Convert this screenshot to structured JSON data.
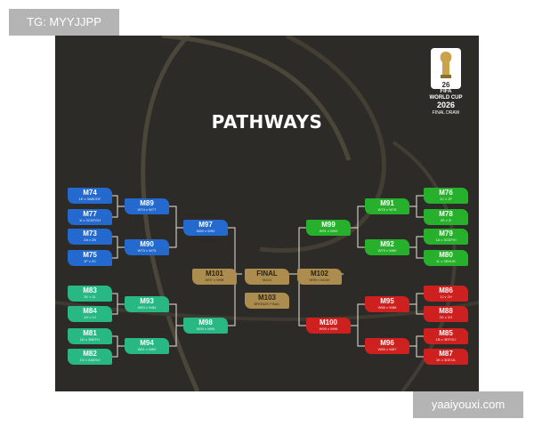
{
  "watermarks": {
    "top": "TG: MYYJJPP",
    "bottom": "yaaiyouxi.com"
  },
  "poster": {
    "title": "PATHWAYS",
    "logo": {
      "line1": "FIFA",
      "line2": "WORLD CUP",
      "line3": "2026",
      "line4": "FINAL DRAW"
    },
    "colors": {
      "background": "#2c2b27",
      "blue": "#2469ce",
      "teal": "#27b883",
      "green": "#27b02b",
      "red": "#cf2020",
      "gold": "#ad8c4f"
    },
    "matches": {
      "m74": {
        "code": "M74",
        "sub": "1E v 3ABCDF"
      },
      "m77": {
        "code": "M77",
        "sub": "1I v 3CDFGH"
      },
      "m73": {
        "code": "M73",
        "sub": "2A v 2B"
      },
      "m75": {
        "code": "M75",
        "sub": "1F v 2C"
      },
      "m89": {
        "code": "M89",
        "sub": "W74 v W77"
      },
      "m90": {
        "code": "M90",
        "sub": "W73 v W75"
      },
      "m97": {
        "code": "M97",
        "sub": "W89 v W90"
      },
      "m83": {
        "code": "M83",
        "sub": "2K v 2L"
      },
      "m84": {
        "code": "M84",
        "sub": "1H v 2J"
      },
      "m81": {
        "code": "M81",
        "sub": "1D v 3BEFIJ"
      },
      "m82": {
        "code": "M82",
        "sub": "1G v 3AEHIJ"
      },
      "m93": {
        "code": "M93",
        "sub": "W83 v W84"
      },
      "m94": {
        "code": "M94",
        "sub": "W81 v W82"
      },
      "m98": {
        "code": "M98",
        "sub": "W93 v W94"
      },
      "m101": {
        "code": "M101",
        "sub": "W97 v W98"
      },
      "final": {
        "code": "FINAL",
        "sub": "M104"
      },
      "m103": {
        "code": "M103",
        "sub": "BRONZE FINAL"
      },
      "m102": {
        "code": "M102",
        "sub": "W99 v W100"
      },
      "m76": {
        "code": "M76",
        "sub": "1C v 2F"
      },
      "m78": {
        "code": "M78",
        "sub": "2E v 2I"
      },
      "m79": {
        "code": "M79",
        "sub": "1A v 3CEFHI"
      },
      "m80": {
        "code": "M80",
        "sub": "1L v 3EHIJK"
      },
      "m91": {
        "code": "M91",
        "sub": "W76 v W78"
      },
      "m92": {
        "code": "M92",
        "sub": "W79 v W80"
      },
      "m99": {
        "code": "M99",
        "sub": "W91 v W92"
      },
      "m86": {
        "code": "M86",
        "sub": "1J v 2H"
      },
      "m88": {
        "code": "M88",
        "sub": "2D v 2G"
      },
      "m85": {
        "code": "M85",
        "sub": "1B v 3EFGIJ"
      },
      "m87": {
        "code": "M87",
        "sub": "1K v 3DEIJL"
      },
      "m95": {
        "code": "M95",
        "sub": "W86 v W88"
      },
      "m96": {
        "code": "M96",
        "sub": "W85 v W87"
      },
      "m100": {
        "code": "M100",
        "sub": "W95 v W96"
      }
    }
  }
}
